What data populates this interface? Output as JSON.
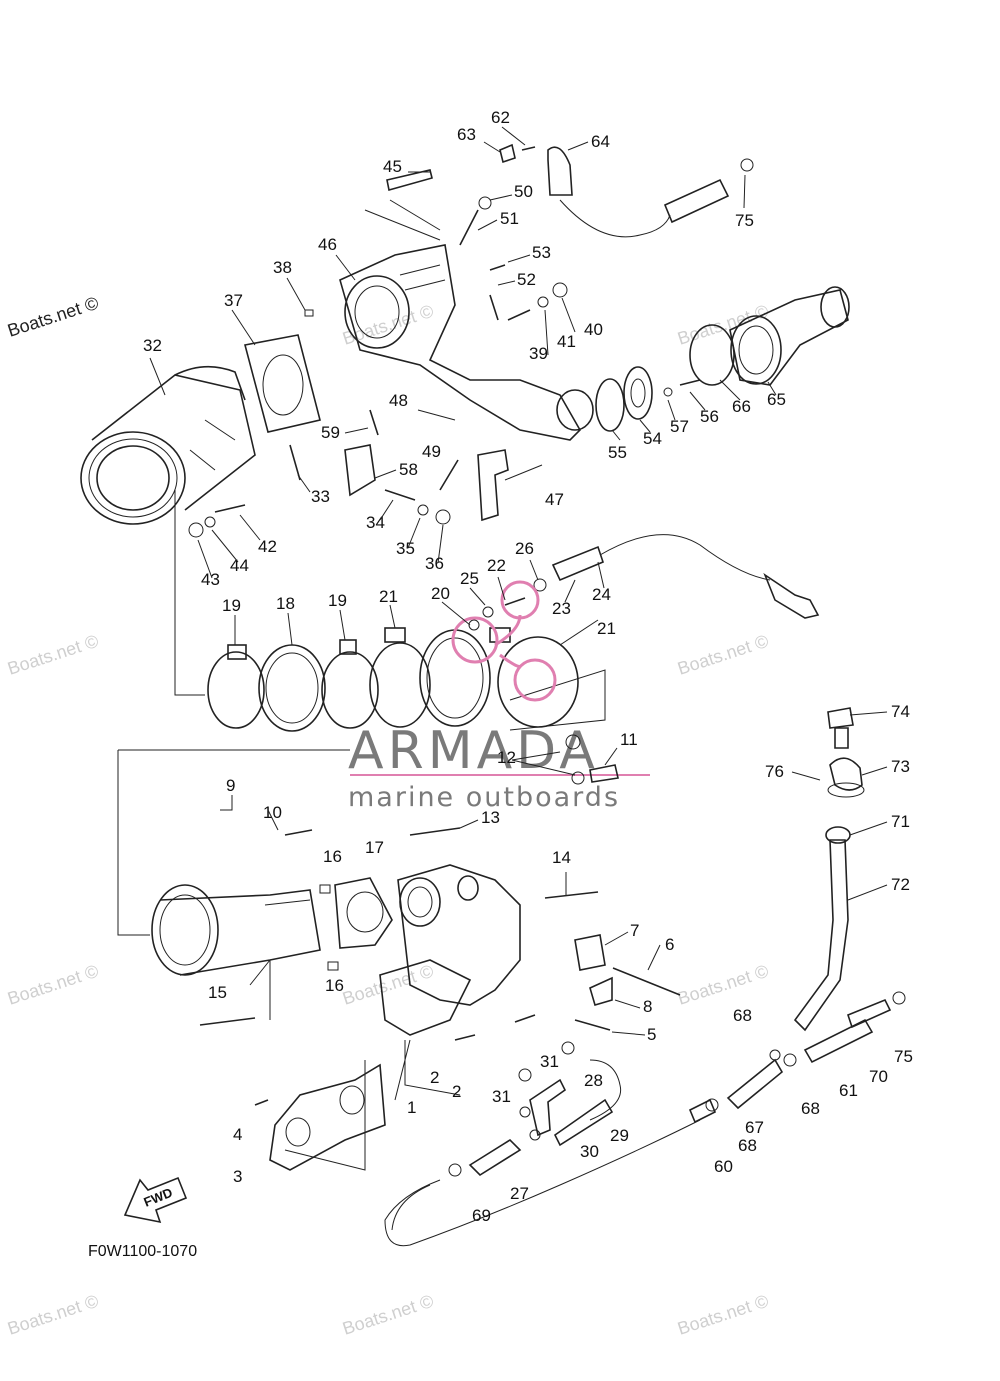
{
  "diagram": {
    "code": "F0W1100-1070",
    "copyright": "Boats.net ©",
    "watermark": "Boats.net ©",
    "brand": {
      "name": "ARMADA",
      "tagline": "marine outboards",
      "accent": "#e07fb0"
    },
    "fwd_label": "FWD",
    "callouts": [
      "1",
      "2",
      "2",
      "3",
      "4",
      "5",
      "6",
      "7",
      "8",
      "9",
      "10",
      "11",
      "12",
      "13",
      "14",
      "15",
      "16",
      "16",
      "17",
      "18",
      "19",
      "19",
      "20",
      "21",
      "21",
      "22",
      "23",
      "24",
      "25",
      "26",
      "27",
      "28",
      "29",
      "30",
      "31",
      "31",
      "32",
      "33",
      "34",
      "35",
      "36",
      "37",
      "38",
      "39",
      "40",
      "41",
      "42",
      "43",
      "44",
      "45",
      "46",
      "47",
      "48",
      "49",
      "50",
      "51",
      "52",
      "53",
      "54",
      "55",
      "56",
      "57",
      "58",
      "59",
      "60",
      "61",
      "62",
      "63",
      "64",
      "65",
      "66",
      "67",
      "68",
      "68",
      "68",
      "69",
      "70",
      "71",
      "72",
      "73",
      "74",
      "75",
      "75",
      "76"
    ]
  }
}
